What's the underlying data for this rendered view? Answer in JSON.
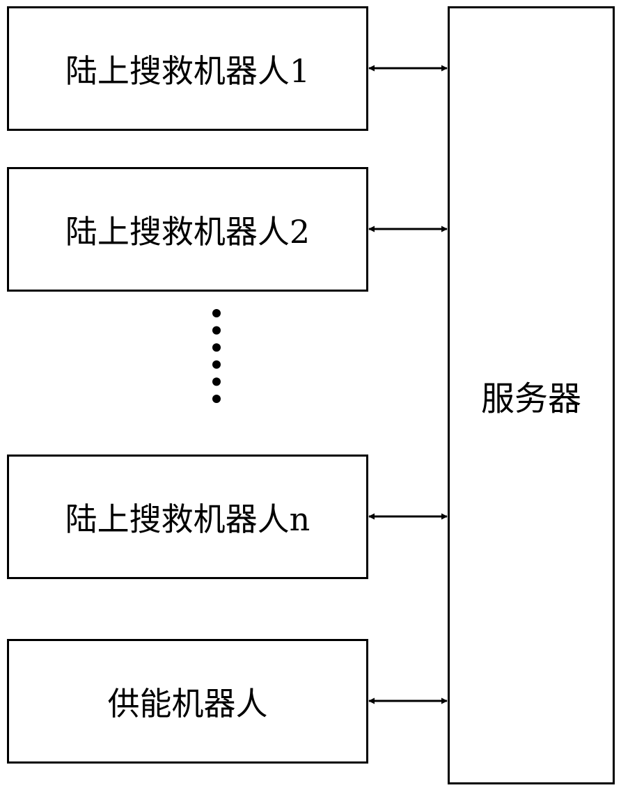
{
  "nodes": {
    "robot_1": "陆上搜救机器人1",
    "robot_2": "陆上搜救机器人2",
    "robot_n": "陆上搜救机器人n",
    "power_robot": "供能机器人",
    "server": "服务器"
  },
  "ellipsis_dots": 6,
  "connections": [
    {
      "from": "robot_1",
      "to": "server",
      "direction": "bidirectional"
    },
    {
      "from": "robot_2",
      "to": "server",
      "direction": "bidirectional"
    },
    {
      "from": "robot_n",
      "to": "server",
      "direction": "bidirectional"
    },
    {
      "from": "power_robot",
      "to": "server",
      "direction": "bidirectional"
    }
  ]
}
